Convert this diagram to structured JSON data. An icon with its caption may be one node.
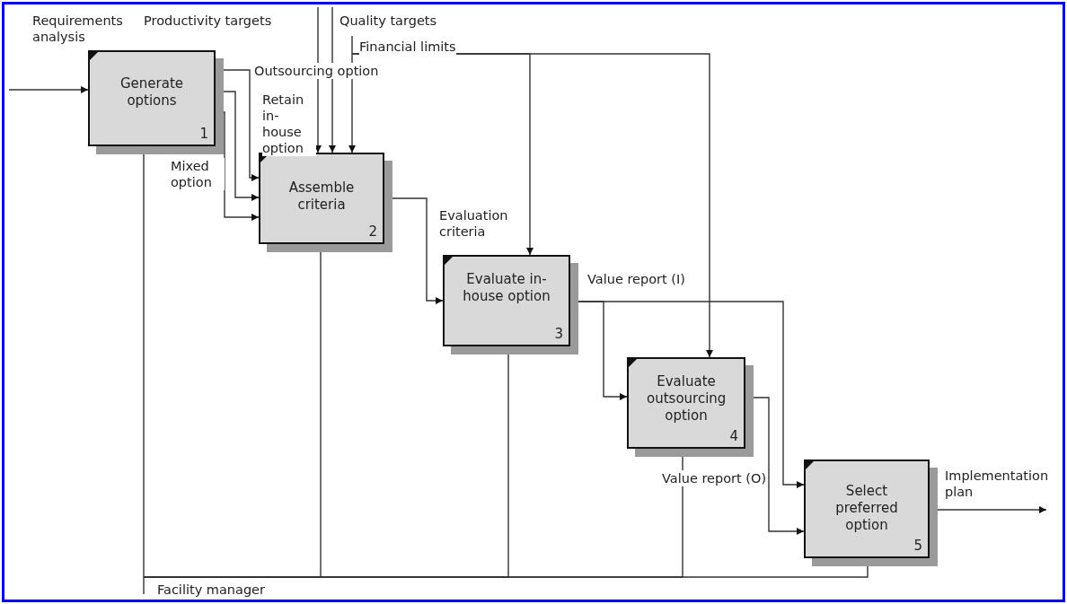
{
  "diagram": {
    "nodes": [
      {
        "text": [
          "Generate options",
          "1"
        ]
      },
      {
        "text": [
          "Assemble criteria",
          "2"
        ]
      },
      {
        "text": [
          "Evaluate in-house option",
          "3"
        ]
      },
      {
        "text": [
          "Evaluate outsourcing option",
          "4"
        ]
      },
      {
        "text": [
          "Select preferred option",
          "5"
        ]
      }
    ],
    "edges": [
      {
        "from": null,
        "to": 0,
        "arrow": "to",
        "label": "Requirements analysis"
      },
      {
        "from": null,
        "to": 1,
        "arrow": "to",
        "label": "Productivity targets"
      },
      {
        "from": null,
        "to": 1,
        "arrow": "to"
      },
      {
        "from": null,
        "to": 1,
        "arrow": "to",
        "label": "Quality targets"
      },
      {
        "from": null,
        "to": 2,
        "arrow": "to",
        "label": "Financial limits"
      },
      {
        "from": null,
        "to": 3,
        "arrow": "to"
      },
      {
        "from": 0,
        "to": 1,
        "arrow": "to",
        "label": "Outsourcing option"
      },
      {
        "from": 0,
        "to": 1,
        "arrow": "to",
        "label": "Retain in-house option"
      },
      {
        "from": 0,
        "to": 1,
        "arrow": "to",
        "label": "Mixed option"
      },
      {
        "from": 1,
        "to": 2,
        "arrow": "to",
        "label": "Evaluation criteria"
      },
      {
        "from": 2,
        "to": 4,
        "arrow": "to",
        "label": "Value report (I)"
      },
      {
        "from": 2,
        "to": 3,
        "arrow": "to"
      },
      {
        "from": 3,
        "to": 4,
        "arrow": "to",
        "label": "Value report (O)"
      },
      {
        "from": 4,
        "to": null,
        "arrow": "to",
        "label": "Implementation plan"
      },
      {
        "from": null,
        "to": 0,
        "arrow": "to",
        "label": "Facility manager"
      },
      {
        "from": null,
        "to": 1,
        "arrow": "to"
      },
      {
        "from": null,
        "to": 2,
        "arrow": "to"
      },
      {
        "from": null,
        "to": 3,
        "arrow": "to"
      },
      {
        "from": null,
        "to": 4,
        "arrow": "to"
      }
    ]
  }
}
